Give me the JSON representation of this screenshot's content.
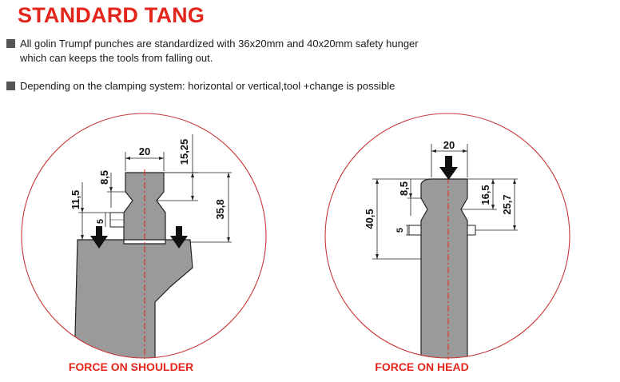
{
  "title": "STANDARD TANG",
  "bullets": [
    "All golin Trumpf punches are standardized with 36x20mm and 40x20mm  safety hunger\nwhich can keeps the tools from falling out.",
    "Depending on the clamping system: horizontal or vertical,tool +change is possible"
  ],
  "left_diagram": {
    "caption": "FORCE ON SHOULDER",
    "dims": {
      "width": "20",
      "top_height": "15,25",
      "groove": "8,5",
      "shoulder": "11,5",
      "pin": "5",
      "total": "35,8"
    }
  },
  "right_diagram": {
    "caption": "FORCE ON HEAD",
    "dims": {
      "width": "20",
      "groove": "8,5",
      "total": "40,5",
      "pin": "5",
      "mid": "16,5",
      "side": "25,7"
    }
  },
  "colors": {
    "accent": "#e3261b",
    "circle": "#c8383a",
    "tool_fill": "#9a9a9a",
    "stroke": "#222222"
  }
}
